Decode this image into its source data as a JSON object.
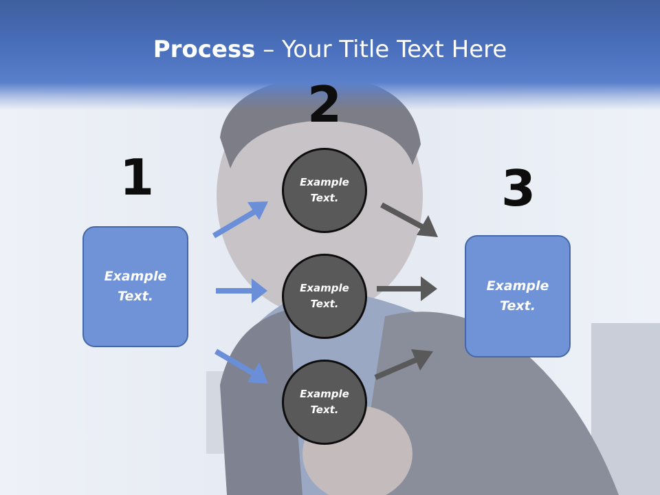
{
  "title": {
    "bold": "Process",
    "rest": " – Your Title Text Here"
  },
  "steps": {
    "one": {
      "number": "1",
      "text": "Example Text."
    },
    "two": {
      "number": "2",
      "items": [
        {
          "text": "Example Text."
        },
        {
          "text": "Example Text."
        },
        {
          "text": "Example Text."
        }
      ]
    },
    "three": {
      "number": "3",
      "text": "Example Text."
    }
  },
  "colors": {
    "title_band": "#4a70bd",
    "box_fill": "#6f93d6",
    "box_border": "#4467a8",
    "circle_fill": "#595959",
    "arrow_blue": "#6a8fd8",
    "arrow_gray": "#595959"
  },
  "icons": [
    "arrow-right-icon"
  ]
}
